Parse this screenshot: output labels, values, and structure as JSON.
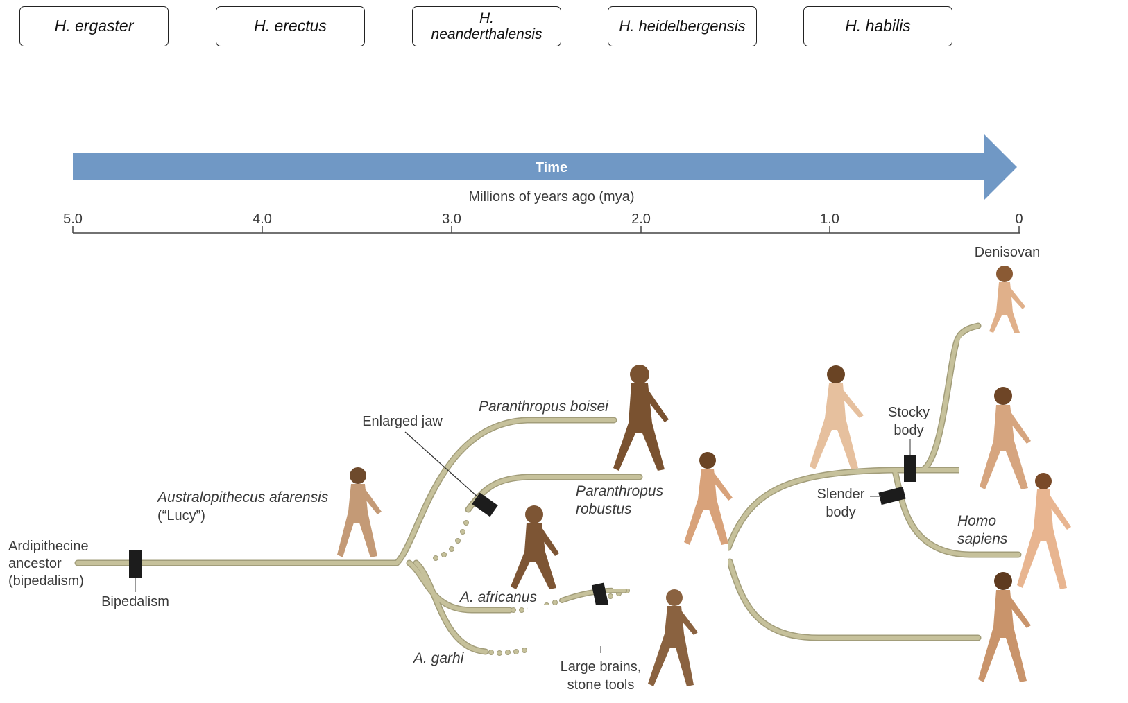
{
  "choices": [
    {
      "id": "ergaster",
      "label": "H. ergaster"
    },
    {
      "id": "erectus",
      "label": "H. erectus"
    },
    {
      "id": "neanderthalensis",
      "label": "H. neanderthalensis"
    },
    {
      "id": "heidelbergensis",
      "label": "H. heidelbergensis"
    },
    {
      "id": "habilis",
      "label": "H. habilis"
    }
  ],
  "timeline": {
    "arrow_label": "Time",
    "axis_title": "Millions of years ago (mya)",
    "ticks": [
      "5.0",
      "4.0",
      "3.0",
      "2.0",
      "1.0",
      "0"
    ]
  },
  "labels": {
    "denisovan": "Denisovan",
    "stocky_body": [
      "Stocky",
      "body"
    ],
    "slender_body": [
      "Slender",
      "body"
    ],
    "homo_sapiens": [
      "Homo",
      "sapiens"
    ],
    "paranthropus_boisei": "Paranthropus boisei",
    "paranthropus_robustus": [
      "Paranthropus",
      "robustus"
    ],
    "enlarged_jaw": "Enlarged jaw",
    "afarensis": [
      "Australopithecus afarensis",
      "(“Lucy”)"
    ],
    "ardipithecine": [
      "Ardipithecine",
      "ancestor",
      "(bipedalism)"
    ],
    "bipedalism": "Bipedalism",
    "africanus": "A. africanus",
    "garhi": "A. garhi",
    "large_brains": [
      "Large brains,",
      "stone tools"
    ]
  },
  "colors": {
    "arrow": "#7098c5",
    "branch": "#c6c19b",
    "branch_edge": "#a29d7a",
    "marker": "#1c1c1c",
    "skin": "#e0b08a",
    "fur": "#7a5230"
  }
}
